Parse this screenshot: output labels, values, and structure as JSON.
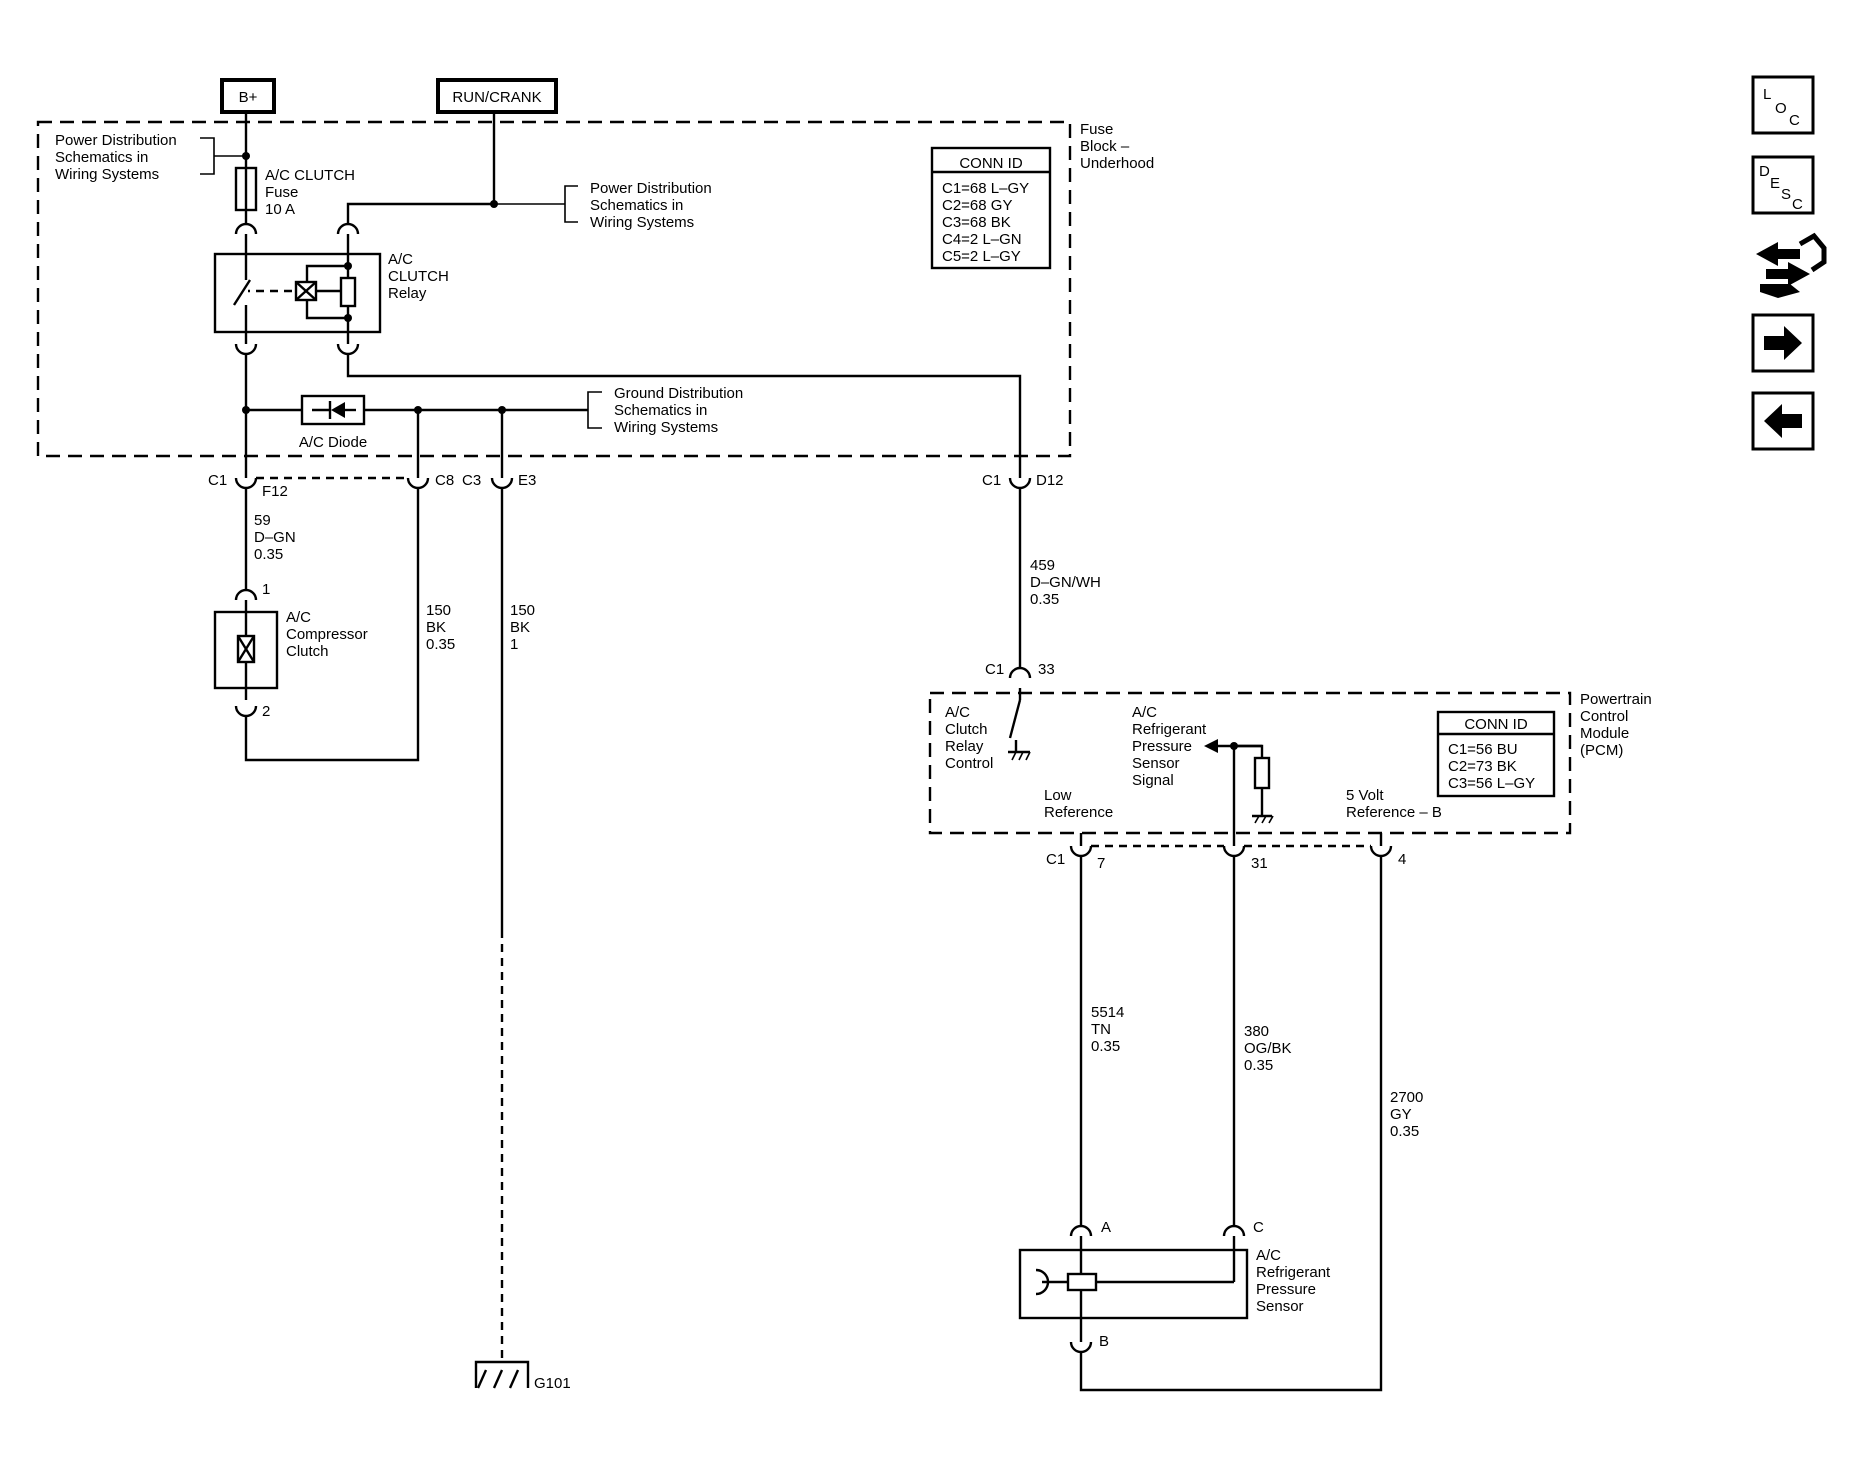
{
  "power": {
    "bplus": "B+",
    "run_crank": "RUN/CRANK"
  },
  "fuse_block": {
    "label": [
      "Fuse",
      "Block –",
      "Underhood"
    ],
    "conn_id_title": "CONN ID",
    "conn_ids": [
      "C1=68 L–GY",
      "C2=68 GY",
      "C3=68 BK",
      "C4=2 L–GN",
      "C5=2 L–GY"
    ]
  },
  "power_dist_1": [
    "Power Distribution",
    "Schematics in",
    "Wiring Systems"
  ],
  "power_dist_2": [
    "Power Distribution",
    "Schematics in",
    "Wiring Systems"
  ],
  "ground_dist": [
    "Ground Distribution",
    "Schematics in",
    "Wiring Systems"
  ],
  "fuse": [
    "A/C CLUTCH",
    "Fuse",
    "10 A"
  ],
  "relay": [
    "A/C",
    "CLUTCH",
    "Relay"
  ],
  "diode": "A/C Diode",
  "connectors": {
    "c1_f12": [
      "C1",
      "F12"
    ],
    "c8": "C8",
    "c3_e3": [
      "C3",
      "E3"
    ],
    "c1_d12": [
      "C1",
      "D12"
    ],
    "c1_33": [
      "C1",
      "33"
    ],
    "c1_7": [
      "C1",
      "7"
    ],
    "pin_31": "31",
    "pin_4": "4",
    "pin_1": "1",
    "pin_2": "2",
    "pin_a": "A",
    "pin_b": "B",
    "pin_c": "C"
  },
  "wires": {
    "w59": [
      "59",
      "D–GN",
      "0.35"
    ],
    "w150a": [
      "150",
      "BK",
      "0.35"
    ],
    "w150b": [
      "150",
      "BK",
      "1"
    ],
    "w459": [
      "459",
      "D–GN/WH",
      "0.35"
    ],
    "w5514": [
      "5514",
      "TN",
      "0.35"
    ],
    "w380": [
      "380",
      "OG/BK",
      "0.35"
    ],
    "w2700": [
      "2700",
      "GY",
      "0.35"
    ]
  },
  "compressor": [
    "A/C",
    "Compressor",
    "Clutch"
  ],
  "ground": "G101",
  "pcm": {
    "label": [
      "Powertrain",
      "Control",
      "Module",
      "(PCM)"
    ],
    "conn_id_title": "CONN ID",
    "conn_ids": [
      "C1=56 BU",
      "C2=73 BK",
      "C3=56 L–GY"
    ],
    "relay_control": [
      "A/C",
      "Clutch",
      "Relay",
      "Control"
    ],
    "pressure_signal": [
      "A/C",
      "Refrigerant",
      "Pressure",
      "Sensor",
      "Signal"
    ],
    "low_ref": [
      "Low",
      "Reference"
    ],
    "five_volt": [
      "5 Volt",
      "Reference – B"
    ]
  },
  "sensor": [
    "A/C",
    "Refrigerant",
    "Pressure",
    "Sensor"
  ],
  "nav": {
    "loc": [
      "L",
      "O",
      "C"
    ],
    "desc": [
      "D",
      "E",
      "S",
      "C"
    ],
    "icons": [
      "loc-icon",
      "desc-icon",
      "connector-tool-icon",
      "arrow-right-icon",
      "arrow-left-icon"
    ]
  }
}
